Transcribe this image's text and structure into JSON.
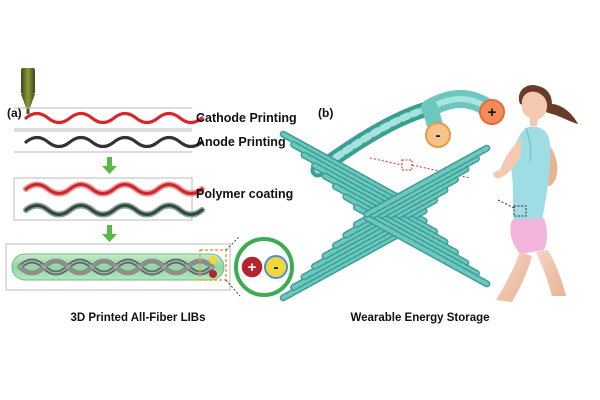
{
  "panel_a": {
    "tag": "(a)",
    "labels": {
      "cathode": "Cathode Printing",
      "anode": "Anode Printing",
      "coating": "Polymer coating"
    },
    "caption": "3D Printed All-Fiber LIBs",
    "signs": {
      "plus": "+",
      "minus": "-"
    }
  },
  "panel_b": {
    "tag": "(b)",
    "caption": "Wearable Energy Storage",
    "signs": {
      "plus": "+",
      "minus": "-"
    }
  },
  "colors": {
    "cathode": "#d9262b",
    "anode": "#333333",
    "anode_coated": "#2f4a3c",
    "arrow": "#5ab84a",
    "fiber": "#6cc8bf",
    "fiber_dark": "#3c9f96",
    "battery_ring": "#3dac53",
    "plus_electrode": "#b3262d",
    "minus_electrode": "#f2d63a",
    "skin": "#f3c9b0",
    "shirt": "#9fdde4",
    "shorts": "#f2b4da",
    "hair": "#6b3b2a"
  },
  "icons": [
    "printer-nozzle-icon",
    "down-arrow-icon",
    "plus-sign-icon",
    "minus-sign-icon"
  ]
}
